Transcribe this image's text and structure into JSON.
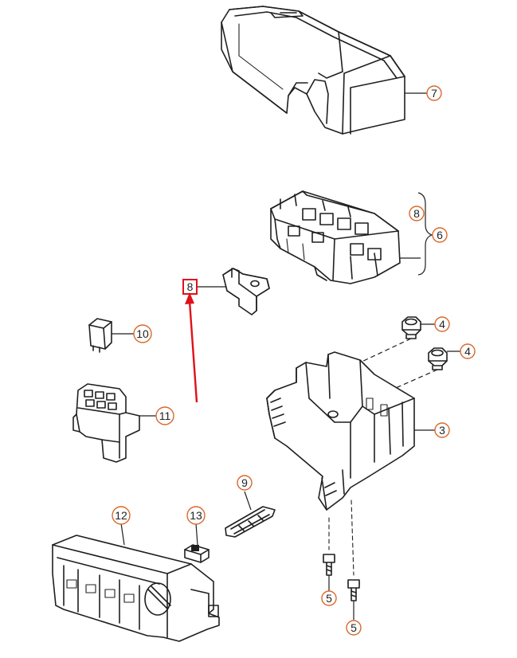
{
  "parts": [
    {
      "id": "7",
      "label": "7",
      "name": "cover"
    },
    {
      "id": "6",
      "label": "6",
      "name": "fuse-relay-carrier"
    },
    {
      "id": "8a",
      "label": "8",
      "name": "bracket-8-in-group"
    },
    {
      "id": "8b",
      "label": "8",
      "name": "bracket-8"
    },
    {
      "id": "4a",
      "label": "4",
      "name": "nut-upper"
    },
    {
      "id": "4b",
      "label": "4",
      "name": "nut-lower"
    },
    {
      "id": "10",
      "label": "10",
      "name": "relay"
    },
    {
      "id": "11",
      "label": "11",
      "name": "relay-socket"
    },
    {
      "id": "3",
      "label": "3",
      "name": "housing"
    },
    {
      "id": "9",
      "label": "9",
      "name": "fuse-clip"
    },
    {
      "id": "12",
      "label": "12",
      "name": "connector-block"
    },
    {
      "id": "13",
      "label": "13",
      "name": "blade-fuse"
    },
    {
      "id": "5a",
      "label": "5",
      "name": "bolt-left"
    },
    {
      "id": "5b",
      "label": "5",
      "name": "bolt-right"
    }
  ],
  "colors": {
    "callout_ring": "#d9692b",
    "highlight": "#e0101a",
    "line_art": "#1f1f1f"
  },
  "highlighted_part": "8"
}
